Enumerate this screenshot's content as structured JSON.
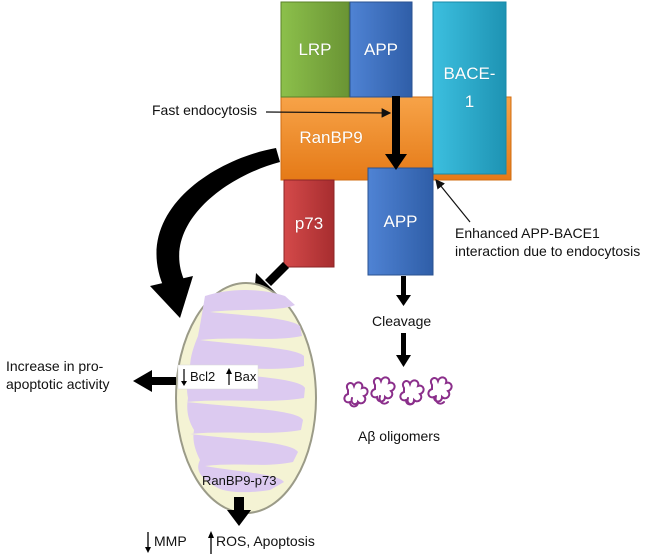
{
  "boxes": {
    "lrp": "LRP",
    "app_top": "APP",
    "bace1_line1": "BACE-",
    "bace1_line2": "1",
    "ranbp9": "RanBP9",
    "p73": "p73",
    "app_bottom": "APP"
  },
  "labels": {
    "fast_endocytosis": "Fast endocytosis",
    "enhanced_line1": "Enhanced APP-BACE1",
    "enhanced_line2": "interaction due to endocytosis",
    "cleavage": "Cleavage",
    "abeta": "Aβ oligomers",
    "increase_line1": "Increase in pro-",
    "increase_line2": "apoptotic activity",
    "bcl2": "Bcl2",
    "bax": "Bax",
    "mito_label": "RanBP9-p73",
    "mmp": "MMP",
    "ros": "ROS, Apoptosis"
  },
  "colors": {
    "lrp": "#77a13d",
    "app": "#3b6cc0",
    "bace1": "#24a7c7",
    "ranbp9": "#f08a24",
    "p73": "#c0393b",
    "mito_fill": "#f4f3d4",
    "mito_inner": "#d9c8f0",
    "oligomer": "#8b2f8b"
  }
}
